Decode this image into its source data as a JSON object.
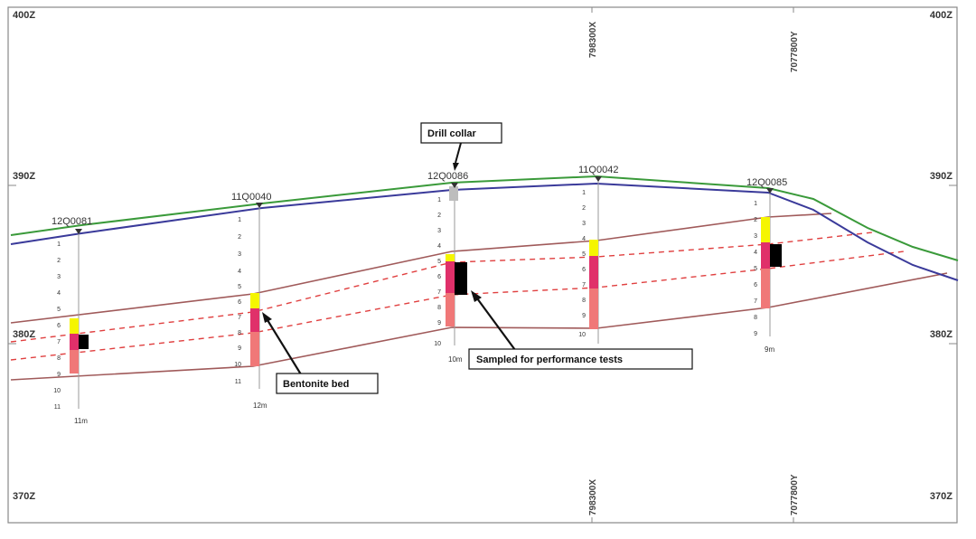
{
  "elevations": {
    "top_left": "400Z",
    "top_right": "400Z",
    "mid_left": "390Z",
    "mid_right": "390Z",
    "low_left": "380Z",
    "low_right": "380Z",
    "bottom_left": "370Z",
    "bottom_right": "370Z"
  },
  "grid_lines": {
    "easting_top": "798300X",
    "easting_bottom": "798300X",
    "northing_top": "7077800Y",
    "northing_bottom": "7077800Y"
  },
  "holes": [
    {
      "id": "12Q0081",
      "total": "11m",
      "depths": [
        "1",
        "2",
        "3",
        "4",
        "5",
        "6",
        "7",
        "8",
        "9",
        "10",
        "11"
      ]
    },
    {
      "id": "11Q0040",
      "total": "12m",
      "depths": [
        "1",
        "2",
        "3",
        "4",
        "5",
        "6",
        "7",
        "8",
        "9",
        "10",
        "11"
      ]
    },
    {
      "id": "12Q0086",
      "total": "10m",
      "depths": [
        "1",
        "2",
        "3",
        "4",
        "5",
        "6",
        "7",
        "8",
        "9",
        "10"
      ]
    },
    {
      "id": "11Q0042",
      "total": "",
      "depths": [
        "1",
        "2",
        "3",
        "4",
        "5",
        "6",
        "7",
        "8",
        "9",
        "10"
      ]
    },
    {
      "id": "12Q0085",
      "total": "9m",
      "depths": [
        "1",
        "2",
        "3",
        "4",
        "5",
        "6",
        "7",
        "8",
        "9"
      ]
    }
  ],
  "callouts": {
    "drill_collar": "Drill collar",
    "bentonite": "Bentonite bed",
    "sampled": "Sampled for performance tests"
  },
  "colors": {
    "topography": "#3a9a3a",
    "surface": "#3a3a9a",
    "bed_boundary": "#a05a5a",
    "bed_dashed": "#e04040",
    "yellow_interval": "#f5f500",
    "magenta_interval": "#e0306a",
    "salmon_interval": "#f07878",
    "sample": "#000000"
  }
}
